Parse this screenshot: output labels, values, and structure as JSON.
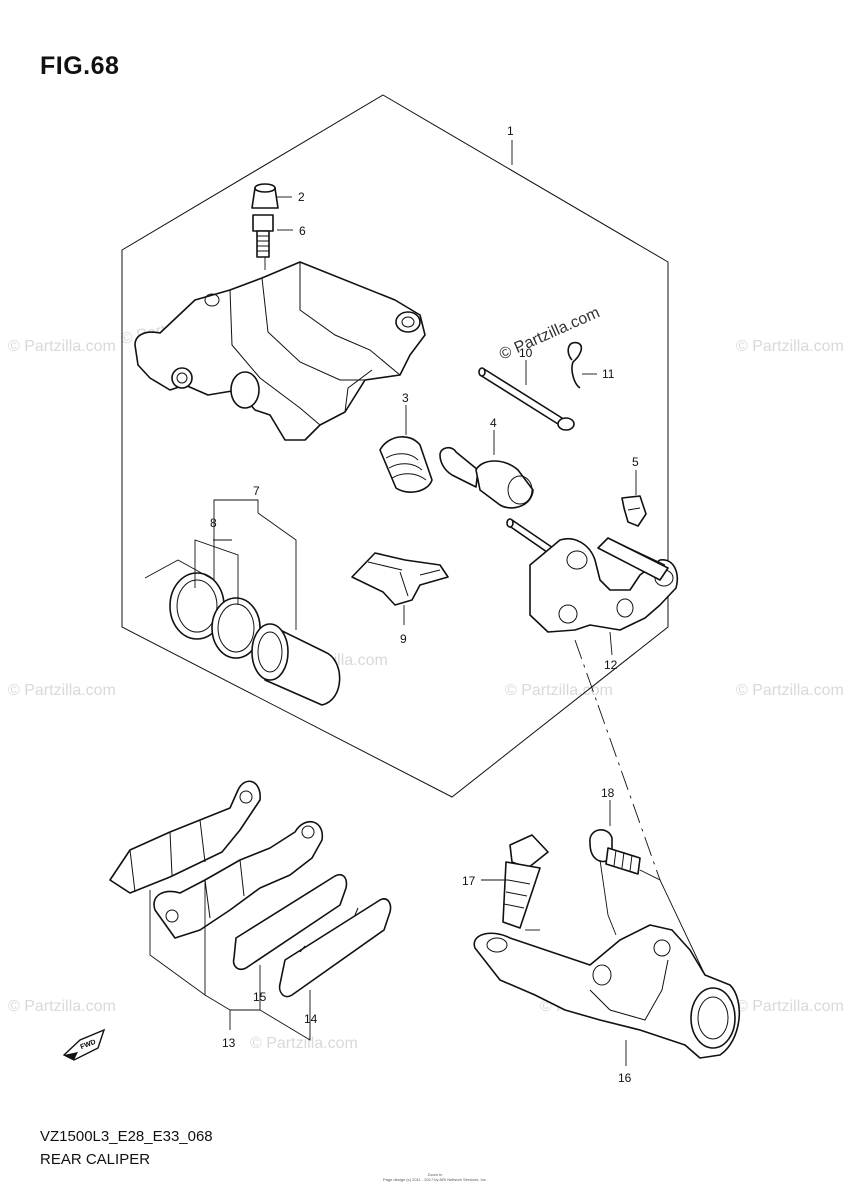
{
  "figure": {
    "title": "FIG.68",
    "model_code": "VZ1500L3_E28_E33_068",
    "section_name": "REAR CALIPER"
  },
  "watermarks": {
    "site": "© Partzilla.com",
    "featured": "© Partzilla.com"
  },
  "callouts": [
    {
      "id": "1",
      "part": "caliper-assembly"
    },
    {
      "id": "2",
      "part": "bleeder-cap"
    },
    {
      "id": "3",
      "part": "boot"
    },
    {
      "id": "4",
      "part": "slide-pin-boot"
    },
    {
      "id": "5",
      "part": "spring-clip"
    },
    {
      "id": "6",
      "part": "bleeder-valve"
    },
    {
      "id": "7",
      "part": "piston-set"
    },
    {
      "id": "8",
      "part": "seal-set"
    },
    {
      "id": "9",
      "part": "pad-spring"
    },
    {
      "id": "10",
      "part": "pad-mounting-pin"
    },
    {
      "id": "11",
      "part": "pin-clip"
    },
    {
      "id": "12",
      "part": "caliper-bracket"
    },
    {
      "id": "13",
      "part": "brake-pad-set"
    },
    {
      "id": "14",
      "part": "shim-a"
    },
    {
      "id": "15",
      "part": "shim-b"
    },
    {
      "id": "16",
      "part": "caliper-holder"
    },
    {
      "id": "17",
      "part": "flange-bolt"
    },
    {
      "id": "18",
      "part": "bolt"
    }
  ],
  "footer": {
    "line1": "Zoom In",
    "line2": "Page design (c) 2011 - 2017 by ARI Network Services, Inc."
  },
  "fwd_label": "FWD"
}
